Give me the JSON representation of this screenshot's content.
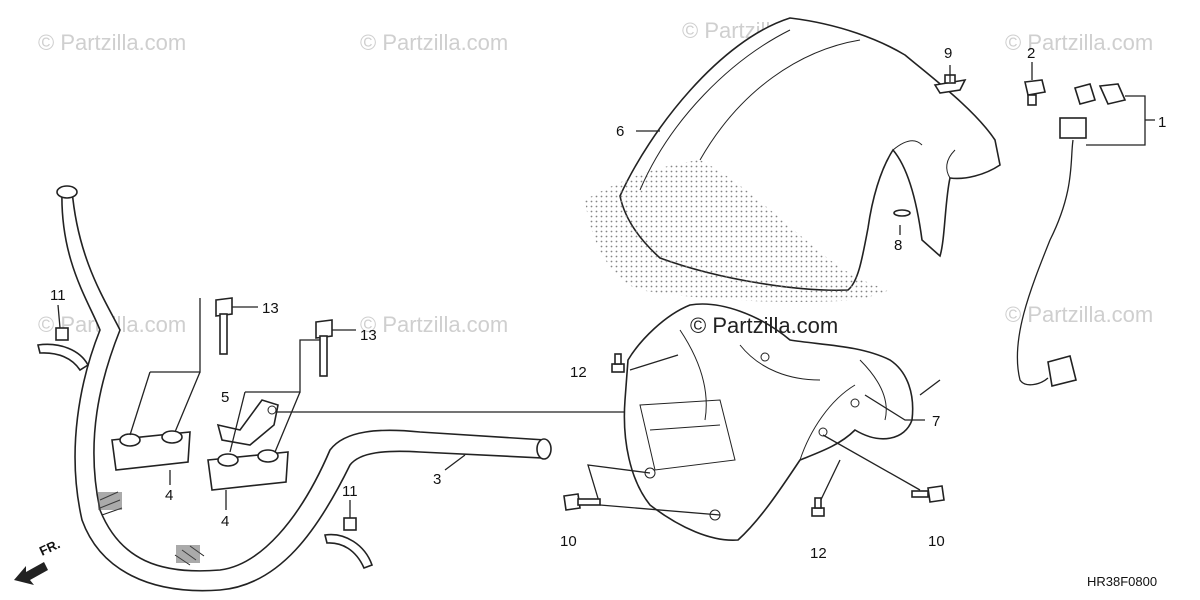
{
  "diagram_code": "HR38F0800",
  "front_label": "FR.",
  "watermark_small": "© Partzilla.com",
  "watermark_main": "© Partzilla.com",
  "callouts": [
    {
      "id": "c1",
      "label": "1"
    },
    {
      "id": "c2",
      "label": "2"
    },
    {
      "id": "c3",
      "label": "3"
    },
    {
      "id": "c4a",
      "label": "4"
    },
    {
      "id": "c4b",
      "label": "4"
    },
    {
      "id": "c5",
      "label": "5"
    },
    {
      "id": "c6",
      "label": "6"
    },
    {
      "id": "c7",
      "label": "7"
    },
    {
      "id": "c8",
      "label": "8"
    },
    {
      "id": "c9",
      "label": "9"
    },
    {
      "id": "c10a",
      "label": "10"
    },
    {
      "id": "c10b",
      "label": "10"
    },
    {
      "id": "c11a",
      "label": "11"
    },
    {
      "id": "c11b",
      "label": "11"
    },
    {
      "id": "c12a",
      "label": "12"
    },
    {
      "id": "c12b",
      "label": "12"
    },
    {
      "id": "c13a",
      "label": "13"
    },
    {
      "id": "c13b",
      "label": "13"
    }
  ]
}
